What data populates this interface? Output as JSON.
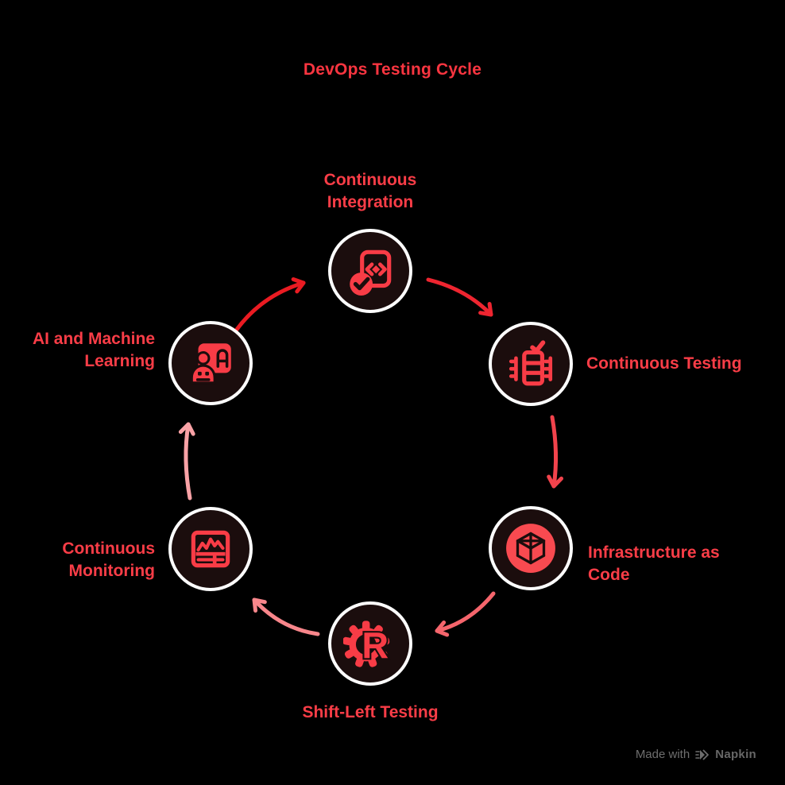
{
  "title": "DevOps Testing Cycle",
  "diagram_type": "cycle",
  "nodes": [
    {
      "label": "Continuous\nIntegration",
      "icon": "file-code-check-icon",
      "position": "top"
    },
    {
      "label": "Continuous Testing",
      "icon": "test-suite-checklist-icon",
      "position": "upper-right"
    },
    {
      "label": "Infrastructure as\nCode",
      "icon": "wireframe-cube-icon",
      "position": "lower-right"
    },
    {
      "label": "Shift-Left Testing",
      "icon": "gear-r-icon",
      "position": "bottom"
    },
    {
      "label": "Continuous\nMonitoring",
      "icon": "monitor-waveform-icon",
      "position": "lower-left"
    },
    {
      "label": "AI and Machine\nLearning",
      "icon": "ai-robot-card-icon",
      "position": "upper-left"
    }
  ],
  "arrows": [
    {
      "from": "AI and Machine Learning",
      "to": "Continuous Integration",
      "color": "#ea1b22"
    },
    {
      "from": "Continuous Integration",
      "to": "Continuous Testing",
      "color": "#ee2530"
    },
    {
      "from": "Continuous Testing",
      "to": "Infrastructure as Code",
      "color": "#f2434c"
    },
    {
      "from": "Infrastructure as Code",
      "to": "Shift-Left Testing",
      "color": "#f5656c"
    },
    {
      "from": "Shift-Left Testing",
      "to": "Continuous Monitoring",
      "color": "#f8868b"
    },
    {
      "from": "Continuous Monitoring",
      "to": "AI and Machine Learning",
      "color": "#f9a2a6"
    }
  ],
  "colors": {
    "background": "#000000",
    "label_red": "#fa3d47",
    "icon_red": "#f83c46",
    "node_fill": "#1b0d0d",
    "node_ring": "#ffffff",
    "watermark_gray": "#6e6e6e"
  },
  "watermark": {
    "made_with": "Made with",
    "brand": "Napkin",
    "icon": "napkin-logo-icon"
  }
}
